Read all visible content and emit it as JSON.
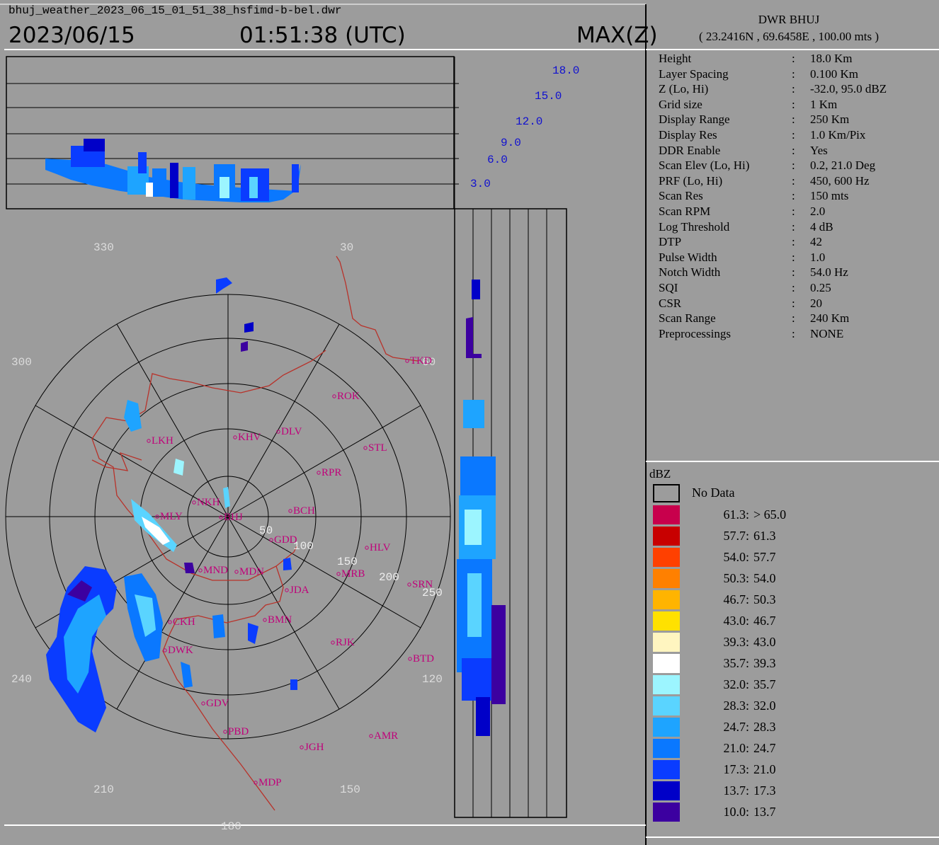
{
  "header": {
    "filename": "bhuj_weather_2023_06_15_01_51_38_hsfimd-b-bel.dwr",
    "date": "2023/06/15",
    "time": "01:51:38 (UTC)",
    "product": "MAX(Z)"
  },
  "station": {
    "name": "DWR BHUJ",
    "coords": "( 23.2416N , 69.6458E , 100.00 mts )"
  },
  "parameters": [
    {
      "key": "Height",
      "value": "18.0 Km"
    },
    {
      "key": "Layer Spacing",
      "value": "0.100 Km"
    },
    {
      "key": "Z (Lo, Hi)",
      "value": "-32.0, 95.0 dBZ"
    },
    {
      "key": "Grid size",
      "value": "1 Km"
    },
    {
      "key": "Display Range",
      "value": "250 Km"
    },
    {
      "key": "Display Res",
      "value": "1.0 Km/Pix"
    },
    {
      "key": "DDR Enable",
      "value": "Yes"
    },
    {
      "key": "Scan Elev (Lo, Hi)",
      "value": "0.2, 21.0 Deg"
    },
    {
      "key": "PRF (Lo, Hi)",
      "value": "450, 600 Hz"
    },
    {
      "key": "Scan Res",
      "value": "150 mts"
    },
    {
      "key": "Scan RPM",
      "value": "2.0"
    },
    {
      "key": "Log Threshold",
      "value": "4 dB"
    },
    {
      "key": "DTP",
      "value": "42"
    },
    {
      "key": "Pulse Width",
      "value": "1.0"
    },
    {
      "key": "Notch Width",
      "value": "54.0 Hz"
    },
    {
      "key": "SQI",
      "value": "0.25"
    },
    {
      "key": "CSR",
      "value": "20"
    },
    {
      "key": "Scan Range",
      "value": "240 Km"
    },
    {
      "key": "Preprocessings",
      "value": "NONE"
    }
  ],
  "legend": {
    "title": "dBZ",
    "no_data": "No Data",
    "items": [
      {
        "lo": "61.3:",
        "hi": "> 65.0",
        "color": "#c8004c"
      },
      {
        "lo": "57.7:",
        "hi": "61.3",
        "color": "#c80000"
      },
      {
        "lo": "54.0:",
        "hi": "57.7",
        "color": "#ff4000"
      },
      {
        "lo": "50.3:",
        "hi": "54.0",
        "color": "#ff8000"
      },
      {
        "lo": "46.7:",
        "hi": "50.3",
        "color": "#ffb400"
      },
      {
        "lo": "43.0:",
        "hi": "46.7",
        "color": "#ffe100"
      },
      {
        "lo": "39.3:",
        "hi": "43.0",
        "color": "#fff5c0"
      },
      {
        "lo": "35.7:",
        "hi": "39.3",
        "color": "#ffffff"
      },
      {
        "lo": "32.0:",
        "hi": "35.7",
        "color": "#9cf5ff"
      },
      {
        "lo": "28.3:",
        "hi": "32.0",
        "color": "#5ad4ff"
      },
      {
        "lo": "24.7:",
        "hi": "28.3",
        "color": "#1ea4ff"
      },
      {
        "lo": "21.0:",
        "hi": "24.7",
        "color": "#0a78ff"
      },
      {
        "lo": "17.3:",
        "hi": "21.0",
        "color": "#0a3cff"
      },
      {
        "lo": "13.7:",
        "hi": "17.3",
        "color": "#0000c8"
      },
      {
        "lo": "10.0:",
        "hi": "13.7",
        "color": "#3c00a0"
      }
    ]
  },
  "height_labels": [
    "18.0",
    "15.0",
    "12.0",
    "9.0",
    "6.0",
    "3.0"
  ],
  "azimuth_labels": [
    "330",
    "30",
    "300",
    "60",
    "240",
    "120",
    "210",
    "150",
    "180"
  ],
  "range_labels": [
    "50",
    "100",
    "150",
    "200",
    "250"
  ],
  "stations": [
    "TKD",
    "ROK",
    "STL",
    "DLV",
    "KHV",
    "LKH",
    "RPR",
    "NKH",
    "BHJ",
    "BCH",
    "MLY",
    "GDD",
    "HLV",
    "MND",
    "MDN",
    "MRB",
    "SRN",
    "JDA",
    "CKH",
    "DWK",
    "BMN",
    "RJK",
    "BTD",
    "GDV",
    "PBD",
    "JGH",
    "AMR",
    "MDP"
  ]
}
